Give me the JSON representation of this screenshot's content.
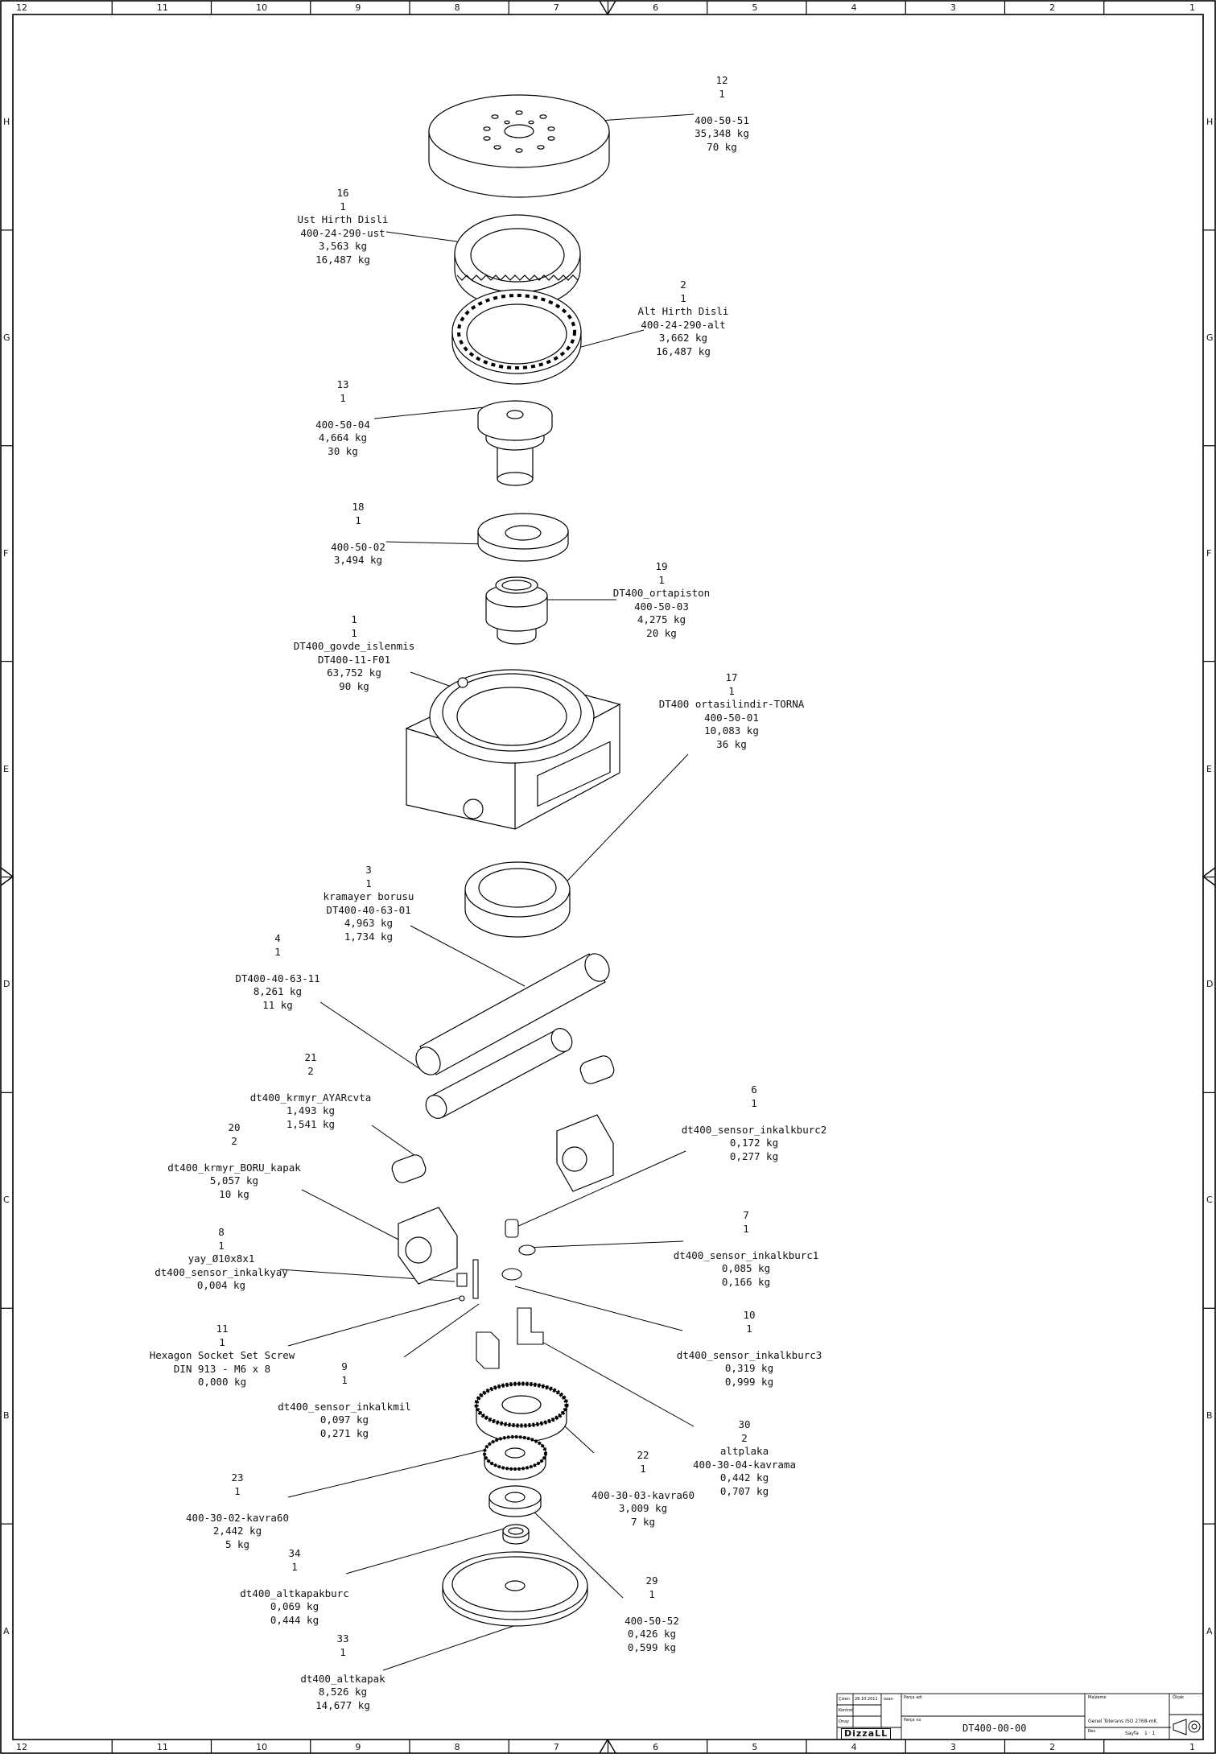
{
  "drawing": {
    "number": "DT400-00-00",
    "tolerance_note": "Genel Tolerans ISO 2768-mK",
    "sheet_label": "Sayfa",
    "sheet_value": "1 · 1",
    "company_logo": "DizzaLL"
  },
  "grid": {
    "columns": [
      "12",
      "11",
      "10",
      "9",
      "8",
      "7",
      "6",
      "5",
      "4",
      "3",
      "2",
      "1"
    ],
    "rows": [
      "H",
      "G",
      "F",
      "E",
      "D",
      "C",
      "B",
      "A"
    ]
  },
  "title_block": {
    "cells": [
      "Çizen",
      "28.10.2011",
      "ozan",
      "Kontrol",
      "Onay",
      "Parça adı",
      "Parça no",
      "Malzeme",
      "Ölçek",
      "Rev"
    ]
  },
  "callouts": [
    {
      "id": "p12",
      "lines": [
        "12",
        "1",
        "",
        "400-50-51",
        "35,348 kg",
        "70 kg"
      ]
    },
    {
      "id": "p16",
      "lines": [
        "16",
        "1",
        "Ust Hirth Disli",
        "400-24-290-ust",
        "3,563 kg",
        "16,487 kg"
      ]
    },
    {
      "id": "p2",
      "lines": [
        "2",
        "1",
        "Alt Hirth Disli",
        "400-24-290-alt",
        "3,662 kg",
        "16,487 kg"
      ]
    },
    {
      "id": "p13",
      "lines": [
        "13",
        "1",
        "",
        "400-50-04",
        "4,664 kg",
        "30 kg"
      ]
    },
    {
      "id": "p18",
      "lines": [
        "18",
        "1",
        "",
        "400-50-02",
        "3,494 kg"
      ]
    },
    {
      "id": "p19",
      "lines": [
        "19",
        "1",
        "DT400_ortapiston",
        "400-50-03",
        "4,275 kg",
        "20 kg"
      ]
    },
    {
      "id": "p1",
      "lines": [
        "1",
        "1",
        "DT400_govde_islenmis",
        "DT400-11-F01",
        "63,752 kg",
        "90 kg"
      ]
    },
    {
      "id": "p17",
      "lines": [
        "17",
        "1",
        "DT400 ortasilindir-TORNA",
        "400-50-01",
        "10,083 kg",
        "36 kg"
      ]
    },
    {
      "id": "p3",
      "lines": [
        "3",
        "1",
        "kramayer borusu",
        "DT400-40-63-01",
        "4,963 kg",
        "1,734 kg"
      ]
    },
    {
      "id": "p4",
      "lines": [
        "4",
        "1",
        "",
        "DT400-40-63-11",
        "8,261 kg",
        "11 kg"
      ]
    },
    {
      "id": "p21",
      "lines": [
        "21",
        "2",
        "",
        "dt400_krmyr_AYARcvta",
        "1,493 kg",
        "1,541 kg"
      ]
    },
    {
      "id": "p20",
      "lines": [
        "20",
        "2",
        "",
        "dt400_krmyr_BORU_kapak",
        "5,057 kg",
        "10 kg"
      ]
    },
    {
      "id": "p6",
      "lines": [
        "6",
        "1",
        "",
        "dt400_sensor_inkalkburc2",
        "0,172 kg",
        "0,277 kg"
      ]
    },
    {
      "id": "p7",
      "lines": [
        "7",
        "1",
        "",
        "dt400_sensor_inkalkburc1",
        "0,085 kg",
        "0,166 kg"
      ]
    },
    {
      "id": "p8",
      "lines": [
        "8",
        "1",
        "yay_Ø10x8x1",
        "dt400_sensor_inkalkyay",
        "0,004 kg"
      ]
    },
    {
      "id": "p11",
      "lines": [
        "11",
        "1",
        "Hexagon Socket Set Screw",
        "DIN 913 - M6 x 8",
        "0,000 kg"
      ]
    },
    {
      "id": "p10",
      "lines": [
        "10",
        "1",
        "",
        "dt400_sensor_inkalkburc3",
        "0,319 kg",
        "0,999 kg"
      ]
    },
    {
      "id": "p9",
      "lines": [
        "9",
        "1",
        "",
        "dt400_sensor_inkalkmil",
        "0,097 kg",
        "0,271 kg"
      ]
    },
    {
      "id": "p30",
      "lines": [
        "30",
        "2",
        "altplaka",
        "400-30-04-kavrama",
        "0,442 kg",
        "0,707 kg"
      ]
    },
    {
      "id": "p22",
      "lines": [
        "22",
        "1",
        "",
        "400-30-03-kavra60",
        "3,009 kg",
        "7 kg"
      ]
    },
    {
      "id": "p23",
      "lines": [
        "23",
        "1",
        "",
        "400-30-02-kavra60",
        "2,442 kg",
        "5 kg"
      ]
    },
    {
      "id": "p34",
      "lines": [
        "34",
        "1",
        "",
        "dt400_altkapakburc",
        "0,069 kg",
        "0,444 kg"
      ]
    },
    {
      "id": "p29",
      "lines": [
        "29",
        "1",
        "",
        "400-50-52",
        "0,426 kg",
        "0,599 kg"
      ]
    },
    {
      "id": "p33",
      "lines": [
        "33",
        "1",
        "",
        "dt400_altkapak",
        "8,526 kg",
        "14,677 kg"
      ]
    }
  ]
}
